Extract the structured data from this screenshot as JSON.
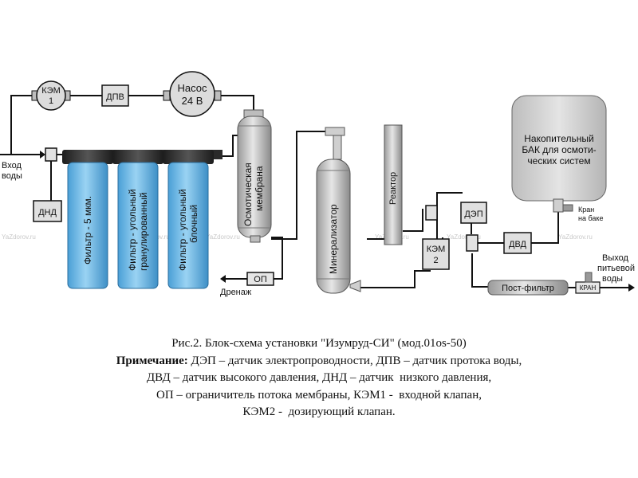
{
  "labels": {
    "inlet": [
      "Вход",
      "воды"
    ],
    "kem1": [
      "КЭМ",
      "1"
    ],
    "dpv": "ДПВ",
    "pump": [
      "Насос",
      "24 В"
    ],
    "dnd": "ДНД",
    "filter1": "Фильтр - 5 мкм.",
    "filter2": [
      "Фильтр - угольный",
      "гранулированный"
    ],
    "filter3": [
      "Фильтр - угольный",
      "блочный"
    ],
    "membrane": [
      "Осмотическая",
      "мембрана"
    ],
    "mineralizer": "Минерализатор",
    "reactor": "Реактор",
    "dep": "ДЭП",
    "kem2": [
      "КЭМ",
      "2"
    ],
    "dvd": "ДВД",
    "op": "ОП",
    "drain": "Дренаж",
    "tank": [
      "Накопительный",
      "БАК для осмоти-",
      "ческих систем"
    ],
    "tank_valve": [
      "Кран",
      "на баке"
    ],
    "postfilter": "Пост-фильтр",
    "faucet": "КРАН",
    "outlet": [
      "Выход",
      "питьевой",
      "воды"
    ]
  },
  "watermark": "YaZdorov.ru",
  "caption": {
    "title": "Рис.2. Блок-схема установки \"Изумруд-СИ\" (мод.01os-50)",
    "note_label": "Примечание:",
    "note_line1": " ДЭП – датчик электропроводности, ДПВ – датчик протока воды,",
    "note_line2": "ДВД – датчик высокого давления, ДНД – датчик  низкого давления,",
    "note_line3": "ОП – ограничитель потока мембраны, КЭМ1 -  входной клапан,",
    "note_line4": "КЭМ2 -  дозирующий клапан."
  },
  "colors": {
    "filter_blue": "#6cb8e6",
    "filter_cap": "#2f2f2f",
    "housing_grey": "#c8c8c8",
    "pipe": "#111111"
  }
}
